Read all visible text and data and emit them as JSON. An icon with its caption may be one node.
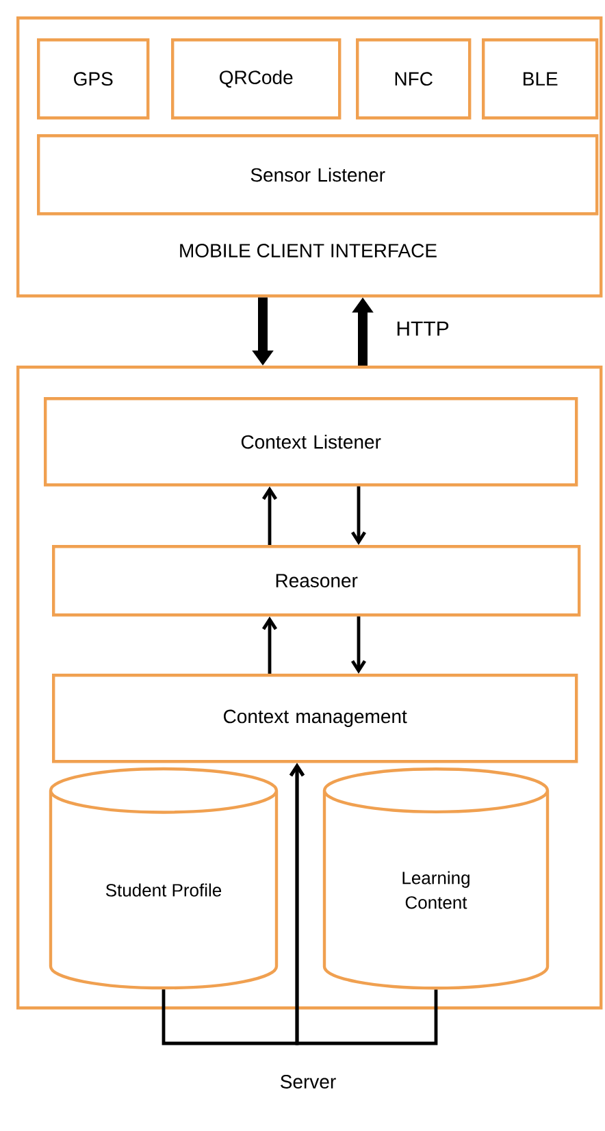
{
  "diagram": {
    "nodes": [
      {
        "text": [
          "MOBILE CLIENT INTERFACE"
        ]
      },
      {
        "text": [
          "GPS"
        ],
        "in": 0
      },
      {
        "text": [
          "QRCode"
        ],
        "in": 0
      },
      {
        "text": [
          "NFC"
        ],
        "in": 0
      },
      {
        "text": [
          "BLE"
        ],
        "in": 0
      },
      {
        "text": [
          "Sensor Listener"
        ],
        "in": 0
      },
      {
        "text": [
          "Server"
        ]
      },
      {
        "text": [
          "Context Listener"
        ],
        "in": 6
      },
      {
        "text": [
          "Reasoner"
        ],
        "in": 6
      },
      {
        "text": [
          "Context management"
        ],
        "in": 6
      },
      {
        "text": [
          "Student Profile"
        ],
        "in": 6
      },
      {
        "text": [
          "Learning Content"
        ],
        "in": 6
      }
    ],
    "edges": [
      {
        "from": 0,
        "to": 6,
        "arrow": "to",
        "style": "thick"
      },
      {
        "from": 6,
        "to": 0,
        "arrow": "to",
        "style": "thick",
        "label": "HTTP"
      },
      {
        "from": 8,
        "to": 7,
        "arrow": "to"
      },
      {
        "from": 7,
        "to": 8,
        "arrow": "to"
      },
      {
        "from": 9,
        "to": 8,
        "arrow": "to"
      },
      {
        "from": 8,
        "to": 9,
        "arrow": "to"
      },
      {
        "from": 10,
        "to": 9,
        "arrow": "to"
      },
      {
        "from": 11,
        "to": 9,
        "arrow": "to"
      }
    ]
  }
}
